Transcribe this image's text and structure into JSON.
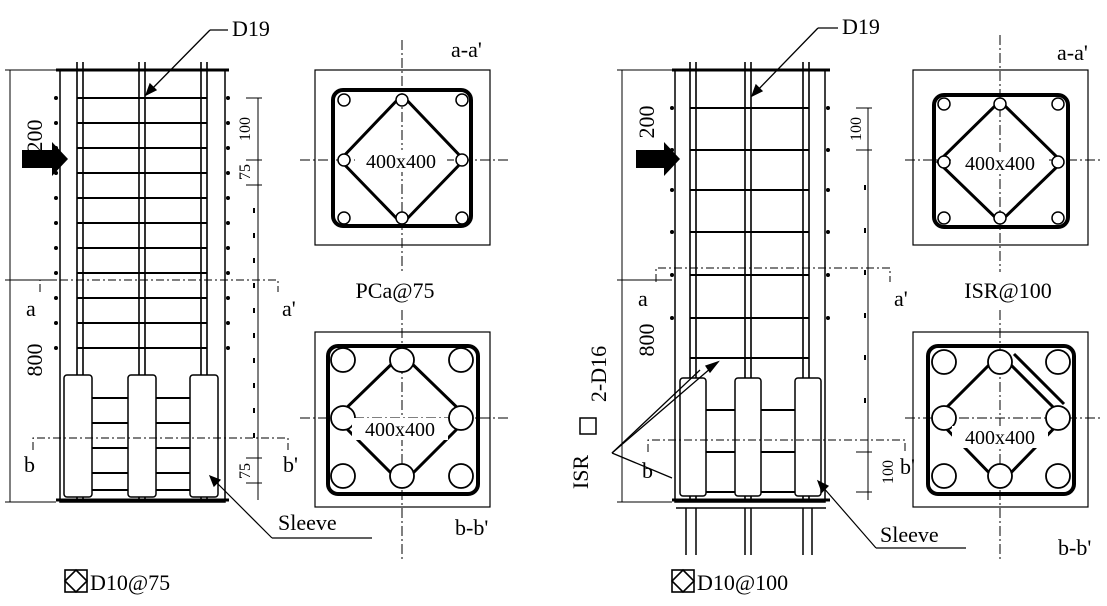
{
  "left": {
    "bar_label": "D19",
    "dim_upper": "200",
    "dim_lower": "800",
    "spacing_top": "100",
    "spacing_mid": "75",
    "spacing_bottom": "75",
    "section_a": "a",
    "section_a_prime": "a'",
    "section_b": "b",
    "section_b_prime": "b'",
    "sleeve_label": "Sleeve",
    "hoop_label": "D10@75",
    "specimen_label": "PCa@75",
    "sec_aa_title": "a-a'",
    "sec_aa_size": "400x400",
    "sec_bb_title": "b-b'",
    "sec_bb_size": "400x400"
  },
  "right": {
    "bar_label": "D19",
    "dim_upper": "200",
    "dim_lower": "800",
    "spacing_top": "100",
    "spacing_bottom": "100",
    "section_a": "a",
    "section_a_prime": "a'",
    "section_b": "b",
    "section_b_prime": "b'",
    "sleeve_label": "Sleeve",
    "isr_label": "ISR",
    "isr_bars": "2-D16",
    "hoop_label": "D10@100",
    "specimen_label": "ISR@100",
    "sec_aa_title": "a-a'",
    "sec_aa_size": "400x400",
    "sec_bb_title": "b-b'",
    "sec_bb_size": "400x400"
  }
}
